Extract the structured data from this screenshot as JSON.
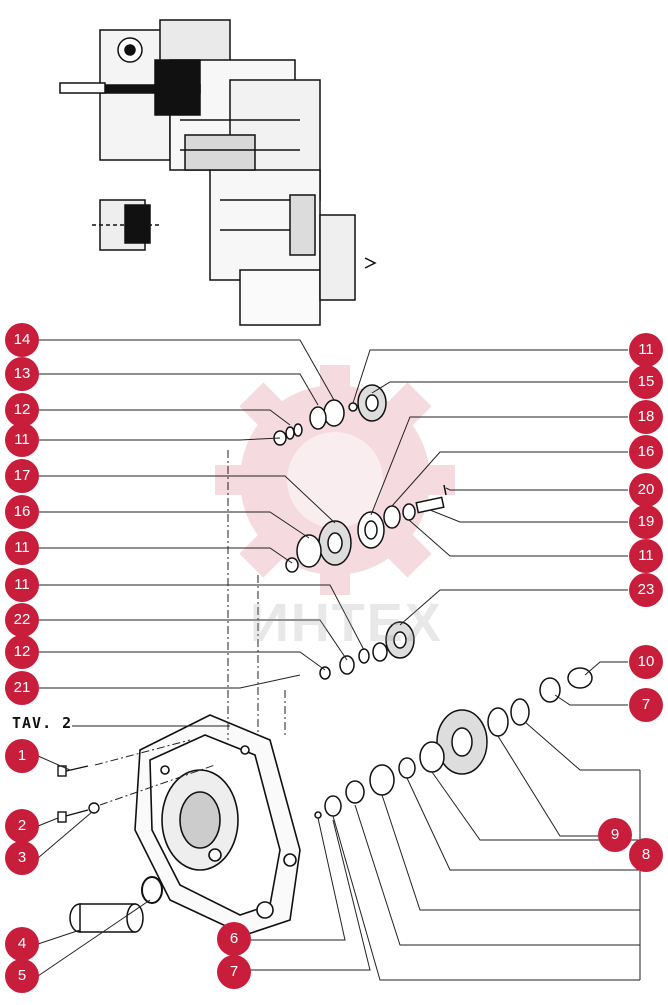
{
  "diagram": {
    "table_label": "TAV. 2",
    "watermark_text": "ИНТЕХ",
    "accent_color": "#c81e3c",
    "callouts": [
      {
        "id": "c14a",
        "number": "14"
      },
      {
        "id": "c13a",
        "number": "13"
      },
      {
        "id": "c12a",
        "number": "12"
      },
      {
        "id": "c11a",
        "number": "11"
      },
      {
        "id": "c17",
        "number": "17"
      },
      {
        "id": "c16a",
        "number": "16"
      },
      {
        "id": "c11b",
        "number": "11"
      },
      {
        "id": "c11c",
        "number": "11"
      },
      {
        "id": "c22",
        "number": "22"
      },
      {
        "id": "c12b",
        "number": "12"
      },
      {
        "id": "c21",
        "number": "21"
      },
      {
        "id": "c11r1",
        "number": "11"
      },
      {
        "id": "c15",
        "number": "15"
      },
      {
        "id": "c18",
        "number": "18"
      },
      {
        "id": "c16r",
        "number": "16"
      },
      {
        "id": "c20",
        "number": "20"
      },
      {
        "id": "c19",
        "number": "19"
      },
      {
        "id": "c11r2",
        "number": "11"
      },
      {
        "id": "c23",
        "number": "23"
      },
      {
        "id": "c10",
        "number": "10"
      },
      {
        "id": "c7r",
        "number": "7"
      },
      {
        "id": "c9",
        "number": "9"
      },
      {
        "id": "c8",
        "number": "8"
      },
      {
        "id": "c1",
        "number": "1"
      },
      {
        "id": "c2",
        "number": "2"
      },
      {
        "id": "c3",
        "number": "3"
      },
      {
        "id": "c4",
        "number": "4"
      },
      {
        "id": "c5",
        "number": "5"
      },
      {
        "id": "c6",
        "number": "6"
      },
      {
        "id": "c7b",
        "number": "7"
      }
    ]
  }
}
